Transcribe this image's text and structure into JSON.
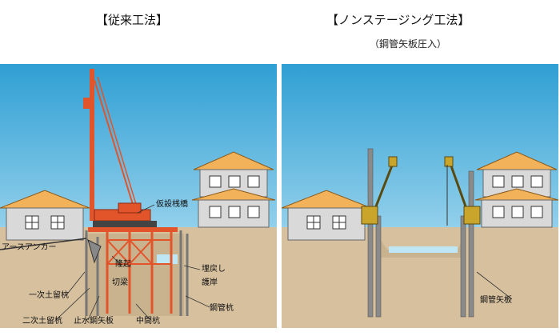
{
  "left": {
    "title": "【従来工法】",
    "labels": {
      "earth_anchor": "アースアンカー",
      "temp_bridge": "仮設桟橋",
      "heave": "隆起",
      "cut_beam": "切梁",
      "primary_retaining": "一次土留杭",
      "secondary_retaining": "二次土留杭",
      "cutoff_sheet": "止水鋼矢板",
      "intermediate_pile": "中間杭",
      "backfill": "埋戻し",
      "revetment": "護岸",
      "steel_pipe_pile": "鋼管杭"
    }
  },
  "right": {
    "title": "【ノンステージング工法】",
    "subtitle": "（鋼管矢板圧入）",
    "labels": {
      "steel_pipe_sheet": "鋼管矢板"
    }
  },
  "colors": {
    "sky": "#56b8e0",
    "ground": "#d6c09e",
    "roof": "#f2b25a",
    "wall": "#d9d9d9",
    "steel": "#e2542a",
    "water": "#bfe6f5",
    "machine": "#c9a52b"
  }
}
